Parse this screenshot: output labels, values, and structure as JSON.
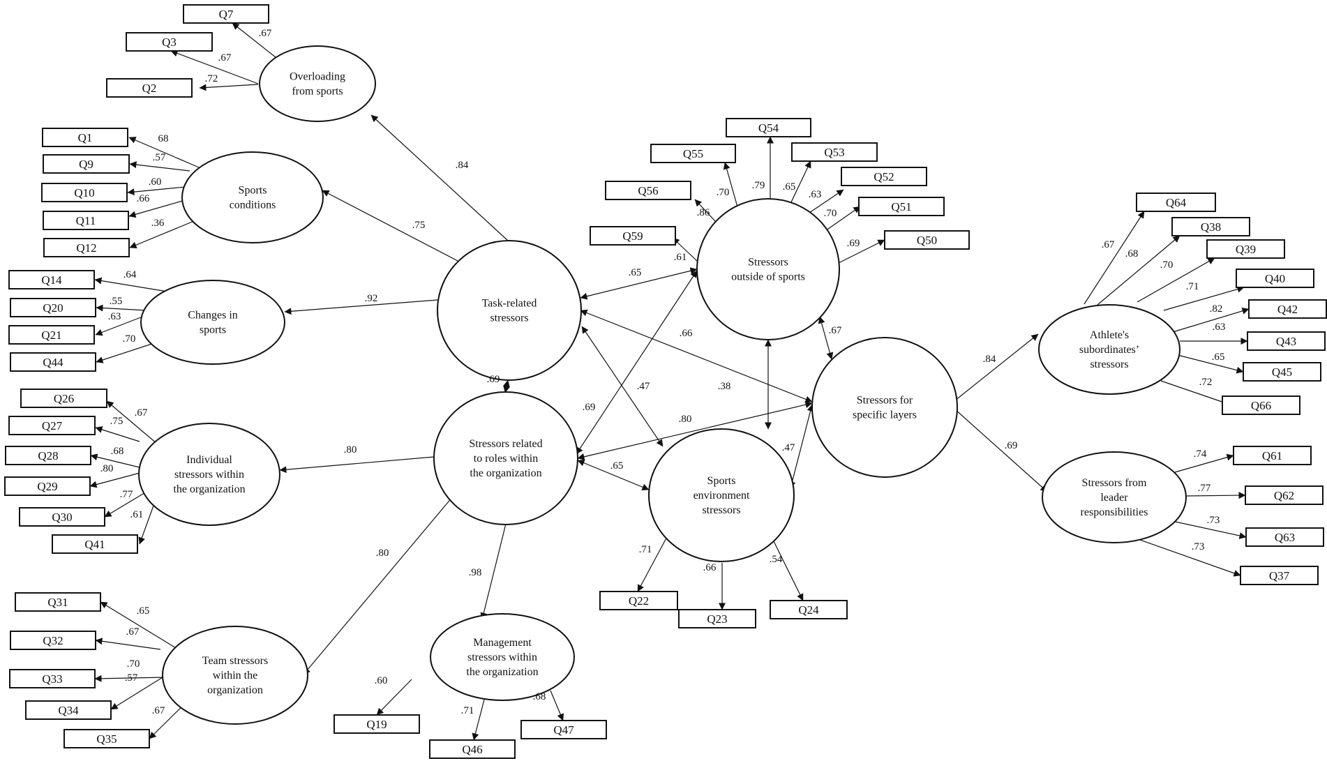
{
  "latents": {
    "L1": [
      "Overloading",
      "from sports"
    ],
    "L2": [
      "Sports",
      "conditions"
    ],
    "L3": [
      "Changes in",
      "sports"
    ],
    "L4": [
      "Task-related",
      "stressors"
    ],
    "L5": [
      "Stressors related",
      "to roles within",
      "the organization"
    ],
    "L6": [
      "Individual",
      "stressors within",
      "the organization"
    ],
    "L7": [
      "Team stressors",
      "within the",
      "organization"
    ],
    "L8": [
      "Management",
      "stressors within",
      "the organization"
    ],
    "L9": [
      "Stressors",
      "outside of sports"
    ],
    "L10": [
      "Sports",
      "environment",
      "stressors"
    ],
    "L11": [
      "Stressors for",
      "specific layers"
    ],
    "L12": [
      "Athlete's",
      "subordinates’",
      "stressors"
    ],
    "L13": [
      "Stressors from",
      "leader",
      "responsibilities"
    ]
  },
  "indicators": {
    "Q7": "Q7",
    "Q3": "Q3",
    "Q2": "Q2",
    "Q1": "Q1",
    "Q9": "Q9",
    "Q10": "Q10",
    "Q11": "Q11",
    "Q12": "Q12",
    "Q14": "Q14",
    "Q20": "Q20",
    "Q21": "Q21",
    "Q44": "Q44",
    "Q26": "Q26",
    "Q27": "Q27",
    "Q28": "Q28",
    "Q29": "Q29",
    "Q30": "Q30",
    "Q41": "Q41",
    "Q31": "Q31",
    "Q32": "Q32",
    "Q33": "Q33",
    "Q34": "Q34",
    "Q35": "Q35",
    "Q19": "Q19",
    "Q46": "Q46",
    "Q47": "Q47",
    "Q54": "Q54",
    "Q55": "Q55",
    "Q53": "Q53",
    "Q56": "Q56",
    "Q52": "Q52",
    "Q51": "Q51",
    "Q59": "Q59",
    "Q50": "Q50",
    "Q22": "Q22",
    "Q23": "Q23",
    "Q24": "Q24",
    "Q64": "Q64",
    "Q38": "Q38",
    "Q39": "Q39",
    "Q40": "Q40",
    "Q42": "Q42",
    "Q43": "Q43",
    "Q45": "Q45",
    "Q66": "Q66",
    "Q61": "Q61",
    "Q62": "Q62",
    "Q63": "Q63",
    "Q37": "Q37"
  },
  "coefficients": {
    "Q7": ".67",
    "Q3": ".67",
    "Q2": ".72",
    "Q1": "68",
    "Q9": ".57",
    "Q10": ".60",
    "Q11": ".66",
    "Q12": ".36",
    "Q14": ".64",
    "Q20": ".55",
    "Q21": ".63",
    "Q44": ".70",
    "Q26": ".67",
    "Q27": ".75",
    "Q28": ".68",
    "Q29": ".80",
    "Q30": ".77",
    "Q41": ".61",
    "Q31": ".65",
    "Q32": ".67",
    "Q33": ".70",
    "Q34": ".57",
    "Q35": ".67",
    "Q19": ".60",
    "Q46": ".71",
    "Q47": ".68",
    "Q54": ".79",
    "Q55": ".70",
    "Q53": ".65",
    "Q56": ".86",
    "Q52": ".63",
    "Q51": ".70",
    "Q59": ".61",
    "Q50": ".69",
    "Q22": ".71",
    "Q23": ".66",
    "Q24": ".54",
    "Q64": ".67",
    "Q38": ".68",
    "Q39": ".70",
    "Q40": ".71",
    "Q42": ".82",
    "Q43": ".63",
    "Q45": ".65",
    "Q66": ".72",
    "Q61": ".74",
    "Q62": ".77",
    "Q63": ".73",
    "Q37": ".73",
    "L4_L1": ".84",
    "L4_L2": ".75",
    "L4_L3": ".92",
    "L5_L6": ".80",
    "L5_L7": ".80",
    "L5_L8": ".98",
    "L11_L12": ".84",
    "L11_L13": ".69",
    "L4_L5": ".69",
    "L4_L9": ".65",
    "L4_L11": ".66",
    "L4_L10": ".47",
    "L5_L9": ".69",
    "L5_L11": ".80",
    "L5_L10": ".65",
    "L9_L11": ".67",
    "L9_L10": ".38",
    "L10_L11": ".47"
  }
}
